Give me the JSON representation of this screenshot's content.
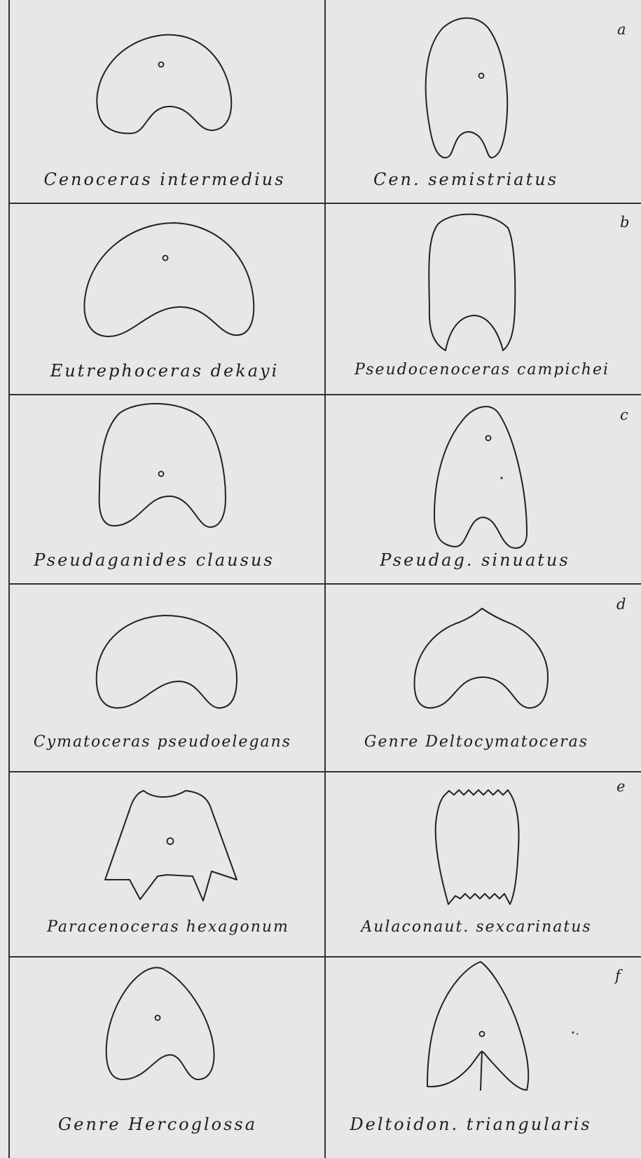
{
  "rows": [
    {
      "marker": "a",
      "left_label": "Cenoceras intermedius",
      "right_label": "Cen. semistriatus"
    },
    {
      "marker": "b",
      "left_label": "Eutrephoceras dekayi",
      "right_label": "Pseudocenoceras campichei"
    },
    {
      "marker": "c",
      "left_label": "Pseudaganides clausus",
      "right_label": "Pseudag. sinuatus"
    },
    {
      "marker": "d",
      "left_label": "Cymatoceras pseudoelegans",
      "right_label": "Genre Deltocymatoceras"
    },
    {
      "marker": "e",
      "left_label": "Paracenoceras hexagonum",
      "right_label": "Aulaconaut. sexcarinatus"
    },
    {
      "marker": "f",
      "left_label": "Genre Hercoglossa",
      "right_label": "Deltoidon. triangularis"
    }
  ]
}
